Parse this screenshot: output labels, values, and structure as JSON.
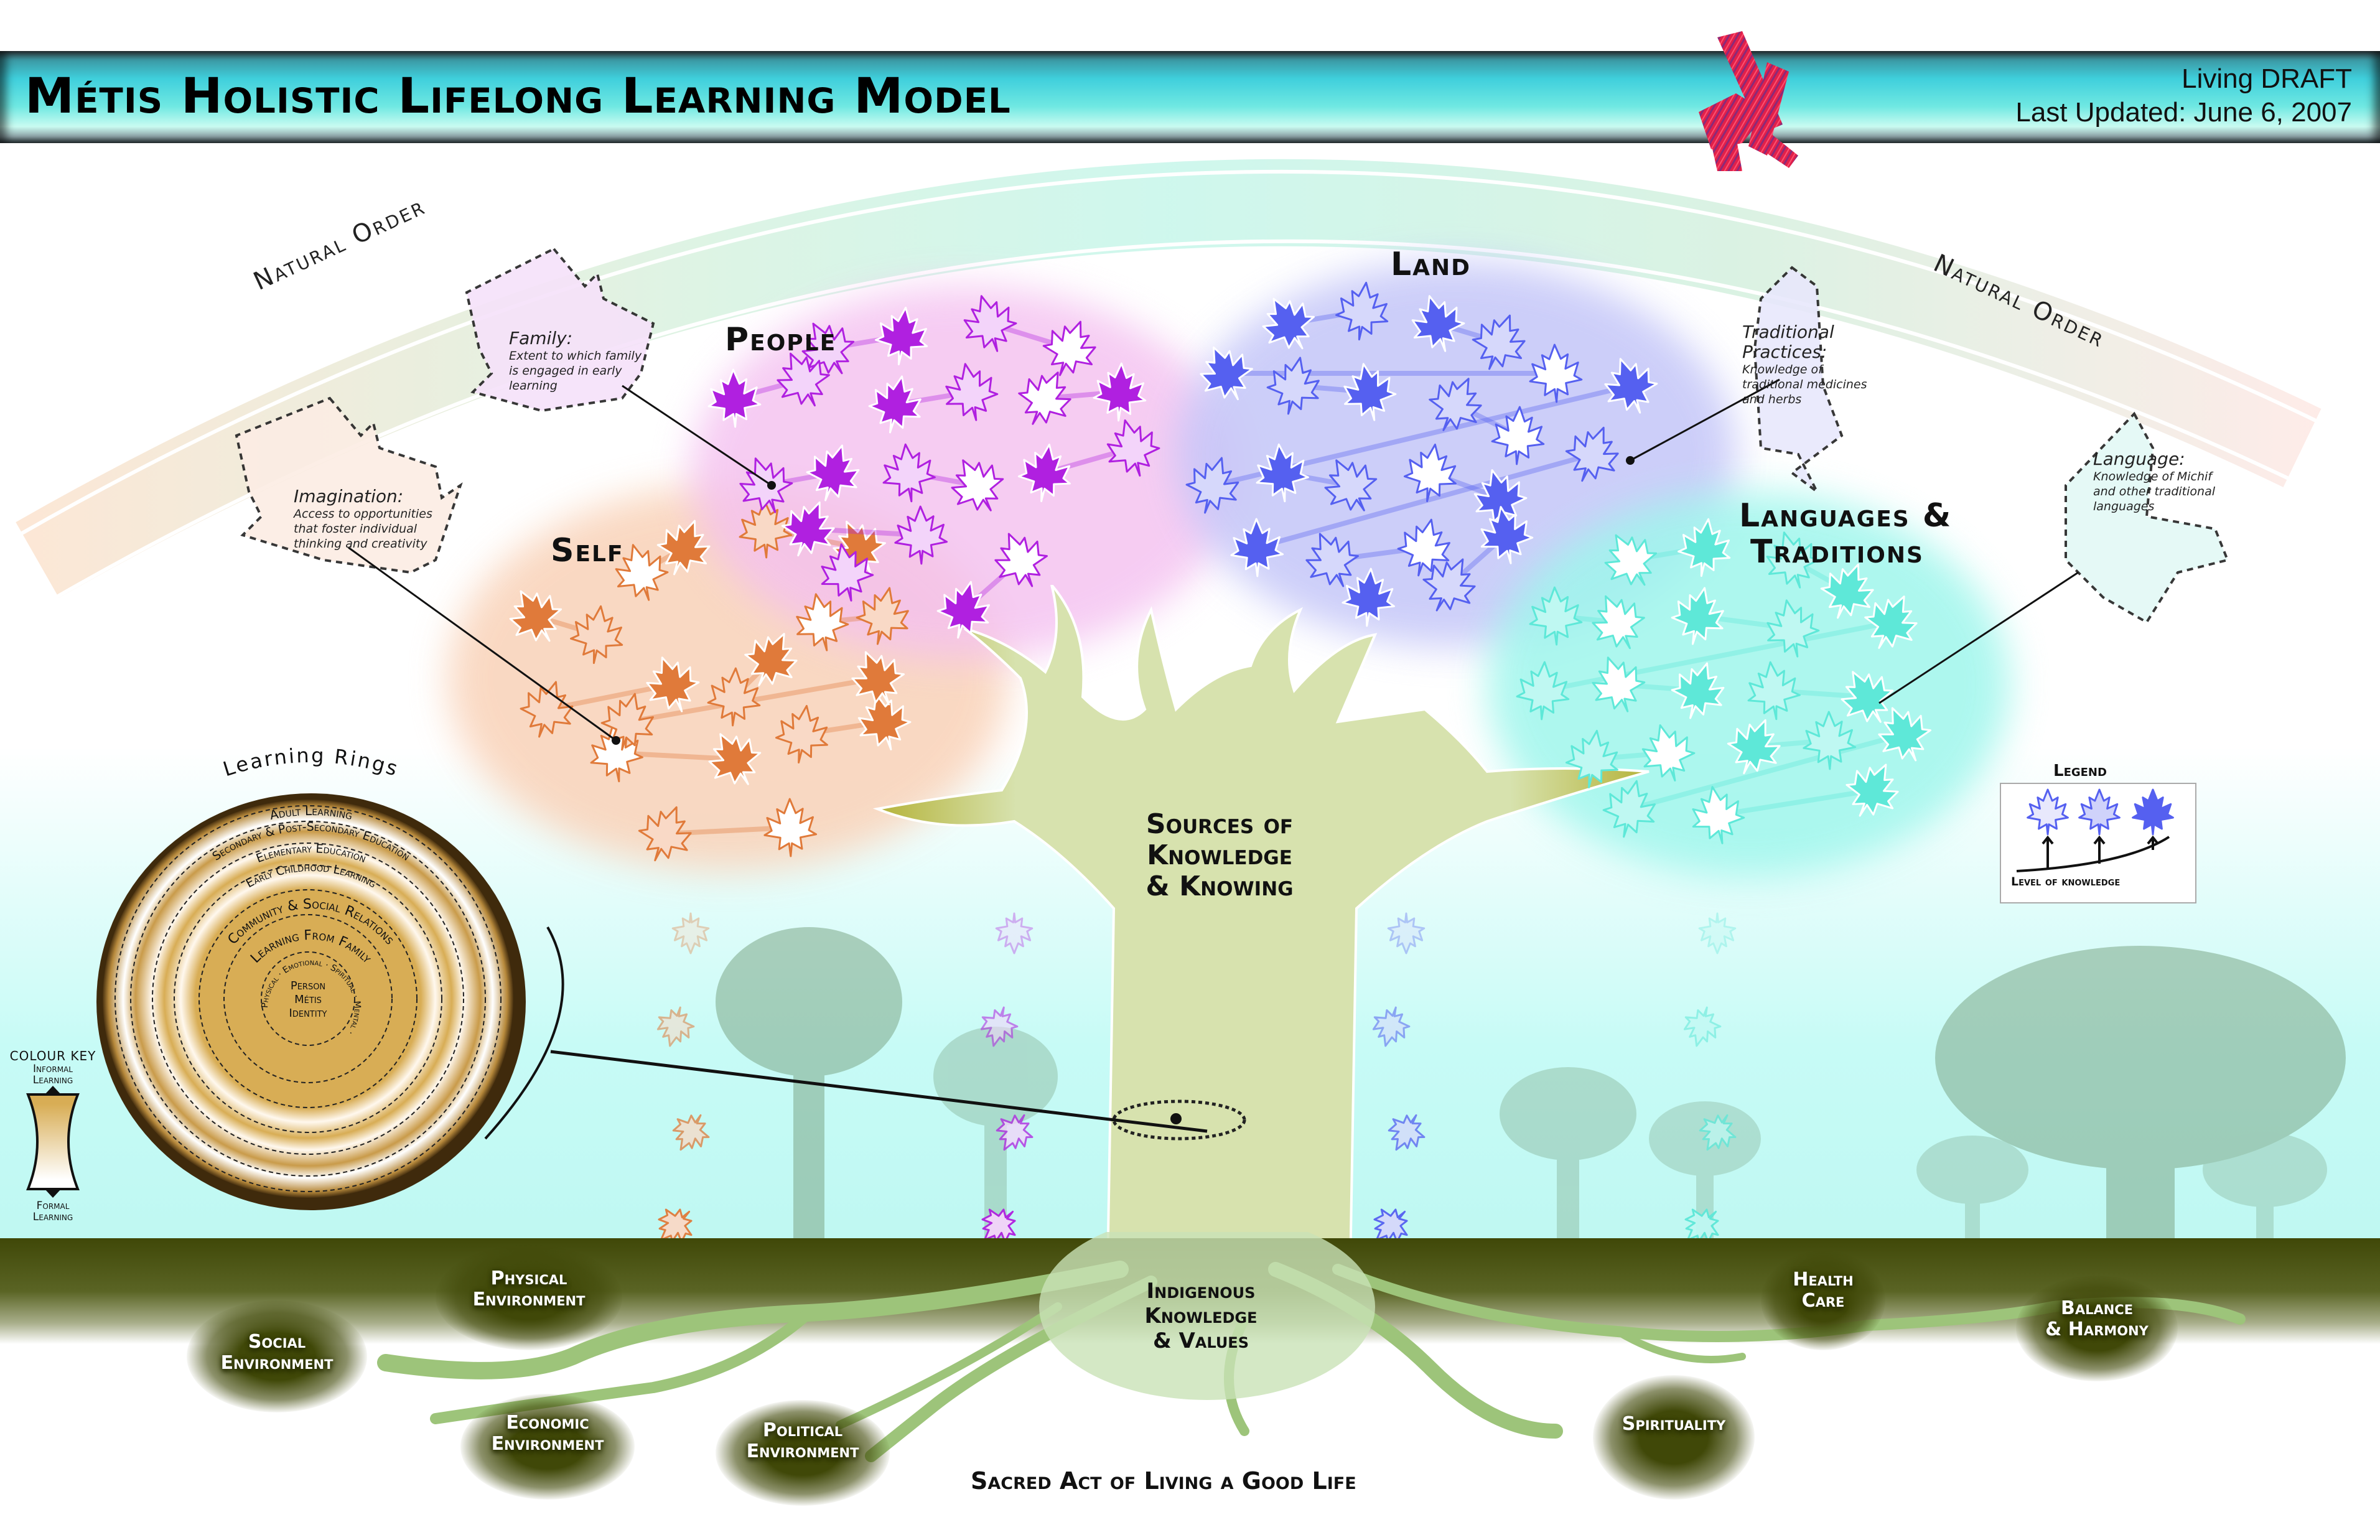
{
  "header": {
    "title": "Métis Holistic Lifelong Learning Model",
    "status": "Living DRAFT",
    "last_updated": "Last Updated: June 6, 2007",
    "logo": "metis-sash-icon"
  },
  "arc": {
    "left_label": "Natural Order",
    "right_label": "Natural Order"
  },
  "canopy": [
    {
      "label": "Self",
      "color": "#e07a3a",
      "light": "#f9d9c6"
    },
    {
      "label": "People",
      "color": "#b020e0",
      "light": "#f3d4fa"
    },
    {
      "label": "Land",
      "color": "#5560f0",
      "light": "#d6d8fb"
    },
    {
      "label": "Languages &",
      "label2": "Traditions",
      "color": "#5ee8d8",
      "light": "#bff8f2"
    }
  ],
  "annotations": {
    "imagination": {
      "heading": "Imagination:",
      "text": [
        "Access to opportunities",
        "that foster individual",
        "thinking and creativity"
      ]
    },
    "family": {
      "heading": "Family:",
      "text": [
        "Extent to which family",
        "is engaged in early",
        "learning"
      ]
    },
    "traditional": {
      "heading1": "Traditional",
      "heading2": "Practices:",
      "text": [
        "Knowledge of",
        "traditional medicines",
        "and herbs"
      ]
    },
    "language": {
      "heading": "Language:",
      "text": [
        "Knowledge of Michif",
        "and other traditional",
        "languages"
      ]
    }
  },
  "trunk": {
    "line1": "Sources of",
    "line2": "Knowledge",
    "line3": "& Knowing"
  },
  "learning_rings": {
    "title": "Learning Rings",
    "rings": [
      "Adult Learning",
      "Secondary & Post-Secondary Education",
      "Elementary Education",
      "Early Childhood Learning",
      "Community & Social Relations",
      "Learning From Family"
    ],
    "core_ring": "Physical · Emotional · Spiritual · Mental ·",
    "center": [
      "Person",
      "Métis",
      "Identity"
    ]
  },
  "colour_key": {
    "title": "COLOUR KEY",
    "top": [
      "Informal",
      "Learning"
    ],
    "bottom": [
      "Formal",
      "Learning"
    ],
    "top_color": "#d8ad55",
    "bottom_color": "#ffffff"
  },
  "legend": {
    "title": "Legend",
    "caption": "Level of knowledge",
    "levels": [
      "low",
      "medium",
      "high"
    ],
    "color": "#5560f0"
  },
  "roots": {
    "center": [
      "Indigenous",
      "Knowledge",
      "& Values"
    ],
    "labels": [
      {
        "id": "physical",
        "lines": [
          "Physical",
          "Environment"
        ]
      },
      {
        "id": "social",
        "lines": [
          "Social",
          "Environment"
        ]
      },
      {
        "id": "economic",
        "lines": [
          "Economic",
          "Environment"
        ]
      },
      {
        "id": "political",
        "lines": [
          "Political",
          "Environment"
        ]
      },
      {
        "id": "health",
        "lines": [
          "Health",
          "Care"
        ]
      },
      {
        "id": "balance",
        "lines": [
          "Balance",
          "& Harmony"
        ]
      },
      {
        "id": "spirituality",
        "lines": [
          "Spirituality"
        ]
      }
    ]
  },
  "footer": {
    "caption": "Sacred Act of Living a Good Life"
  },
  "colors": {
    "ground": "#404808",
    "root": "#9dc47a",
    "trunk": "#d7e2ae",
    "trunk_edge": "#b5b33a",
    "banner": "#3fcfdc"
  }
}
